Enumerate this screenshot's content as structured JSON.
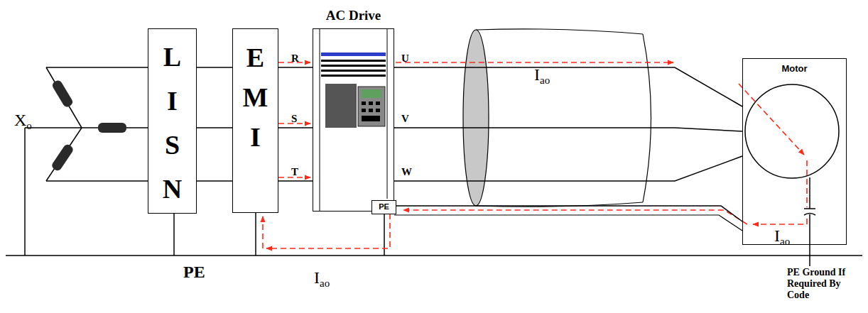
{
  "diagram": {
    "nodes": [
      {
        "text": [
          "L I S N"
        ]
      },
      {
        "text": [
          "E M I"
        ]
      },
      {
        "text": [
          "AC Drive"
        ]
      },
      {
        "text": [
          "PE"
        ],
        "in": 2
      },
      {
        "text": [
          "Motor"
        ]
      }
    ],
    "edges": [
      {
        "from": 0,
        "to": 1,
        "arrow": "none"
      },
      {
        "from": 0,
        "to": 1,
        "arrow": "none"
      },
      {
        "from": 0,
        "to": 1,
        "arrow": "none"
      },
      {
        "from": 1,
        "to": 2,
        "label": "R",
        "arrow": "none"
      },
      {
        "from": 1,
        "to": 2,
        "label": "S",
        "arrow": "none"
      },
      {
        "from": 1,
        "to": 2,
        "label": "T",
        "arrow": "none"
      },
      {
        "from": 2,
        "to": 4,
        "label": "U",
        "arrow": "none"
      },
      {
        "from": 2,
        "to": 4,
        "label": "V",
        "arrow": "none"
      },
      {
        "from": 2,
        "to": 4,
        "label": "W",
        "arrow": "none"
      },
      {
        "from": 3,
        "to": 4,
        "arrow": "none"
      }
    ],
    "labels": [
      "Xo",
      "Iao",
      "Iao",
      "PE",
      "Iao",
      "PE Ground If Required By Code"
    ]
  }
}
